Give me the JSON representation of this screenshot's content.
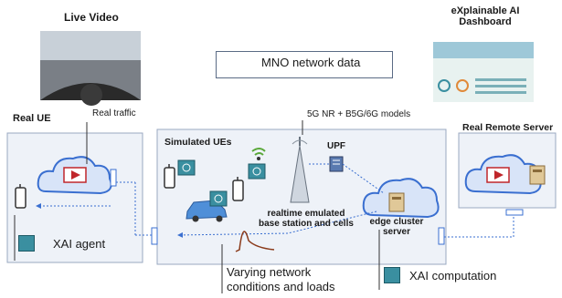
{
  "live_video": {
    "title": "Live Video"
  },
  "dashboard": {
    "title_line1": "eXplainable AI",
    "title_line2": "Dashboard"
  },
  "mno": {
    "label": "MNO network data"
  },
  "real_ue": {
    "title": "Real UE",
    "traffic": "Real traffic",
    "xai_agent": "XAI agent"
  },
  "simulated": {
    "title": "Simulated UEs",
    "models_label": "5G NR + B5G/6G models",
    "upf": "UPF",
    "base_station_line1": "realtime emulated",
    "base_station_line2": "base station and cells",
    "edge_line1": "edge cluster",
    "edge_line2": "server"
  },
  "remote": {
    "title": "Real Remote Server"
  },
  "conditions": {
    "line1": "Varying network",
    "line2": "conditions and loads"
  },
  "xai_computation": {
    "label": "XAI computation"
  },
  "colors": {
    "accent": "#3a6fd0",
    "panel": "#eef2f8",
    "cloud": "#d8e4f8",
    "play": "#c0262b",
    "ai": "#3a8fa0"
  }
}
